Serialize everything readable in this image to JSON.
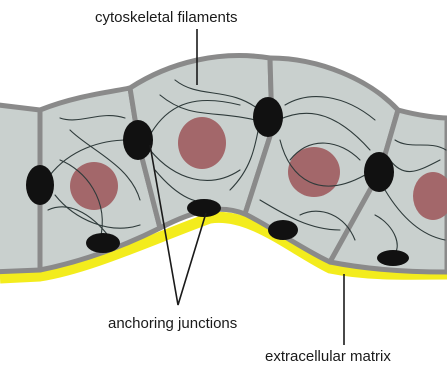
{
  "labels": {
    "top": "cytoskeletal filaments",
    "junctions": "anchoring junctions",
    "matrix": "extracellular matrix"
  },
  "colors": {
    "cell_fill": "#c9d0ce",
    "cell_border": "#8a8a8a",
    "nucleus": "#a3676a",
    "junction": "#111111",
    "filament": "#2e3a3a",
    "extracellular_matrix": "#f3ec1d",
    "background": "#ffffff"
  }
}
